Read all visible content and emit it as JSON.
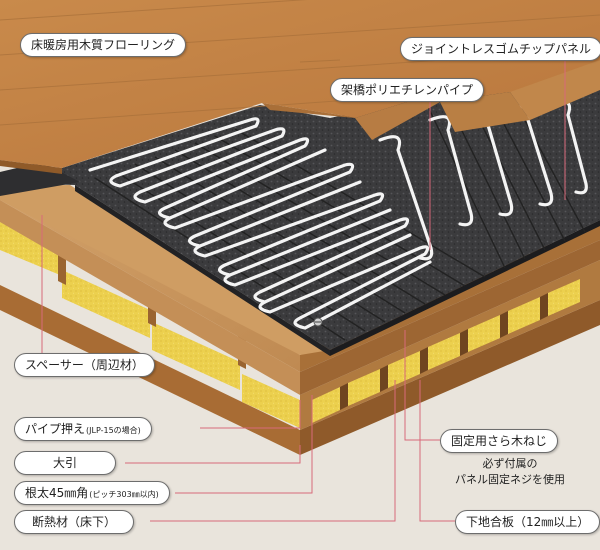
{
  "labels": {
    "flooring": "床暖房用木質フローリング",
    "panel": "ジョイントレスゴムチップパネル",
    "pipe": "架橋ポリエチレンパイプ",
    "spacer": "スペーサー（周辺材）",
    "pipe_holder": "パイプ押え",
    "pipe_holder_note": "(JLP-15の場合)",
    "oobiki": "大引",
    "joist": "根太45㎜角",
    "joist_note": "(ピッチ303㎜以内)",
    "insulation": "断熱材（床下）",
    "screw": "固定用さら木ねじ",
    "screw_note_1": "必ず付属の",
    "screw_note_2": "パネル固定ネジを使用",
    "subfloor": "下地合板（12㎜以上）"
  },
  "colors": {
    "wood": "#c98a4b",
    "panel": "#3a3a3c",
    "pipe": "#f2f2f2",
    "insulation": "#e8c94a",
    "leader": "#d86a7a"
  }
}
